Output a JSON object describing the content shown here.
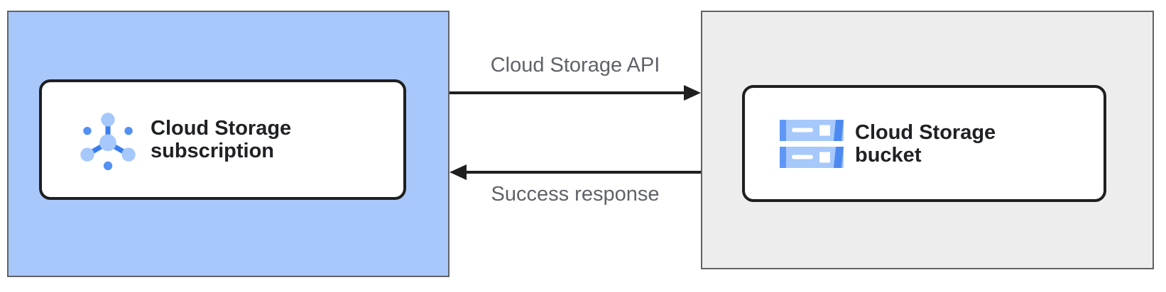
{
  "diagram": {
    "left_zone": {
      "name": "subscription-zone",
      "fill": "#a8c7fa",
      "card": {
        "icon": "pubsub-subscription-icon",
        "label_line1": "Cloud Storage",
        "label_line2": "subscription"
      }
    },
    "right_zone": {
      "name": "bucket-zone",
      "fill": "#ededed",
      "card": {
        "icon": "cloud-storage-icon",
        "label_line1": "Cloud Storage",
        "label_line2": "bucket"
      }
    },
    "arrows": [
      {
        "label": "Cloud Storage API",
        "direction": "right",
        "from": "subscription-zone",
        "to": "bucket-zone"
      },
      {
        "label": "Success response",
        "direction": "left",
        "from": "bucket-zone",
        "to": "subscription-zone"
      }
    ],
    "colors": {
      "left_zone_fill": "#a8c7fa",
      "right_zone_fill": "#ededed",
      "zone_border": "#5f6368",
      "card_border": "#1f1f1f",
      "card_text": "#202124",
      "arrow": "#1f1f1f",
      "flow_label_text": "#5f6368",
      "icon_light_blue": "#a6c8fb",
      "icon_medium_blue": "#5e97f6",
      "icon_dark_blue": "#3b7ded",
      "icon_flap_blue": "#4d8af0"
    }
  }
}
